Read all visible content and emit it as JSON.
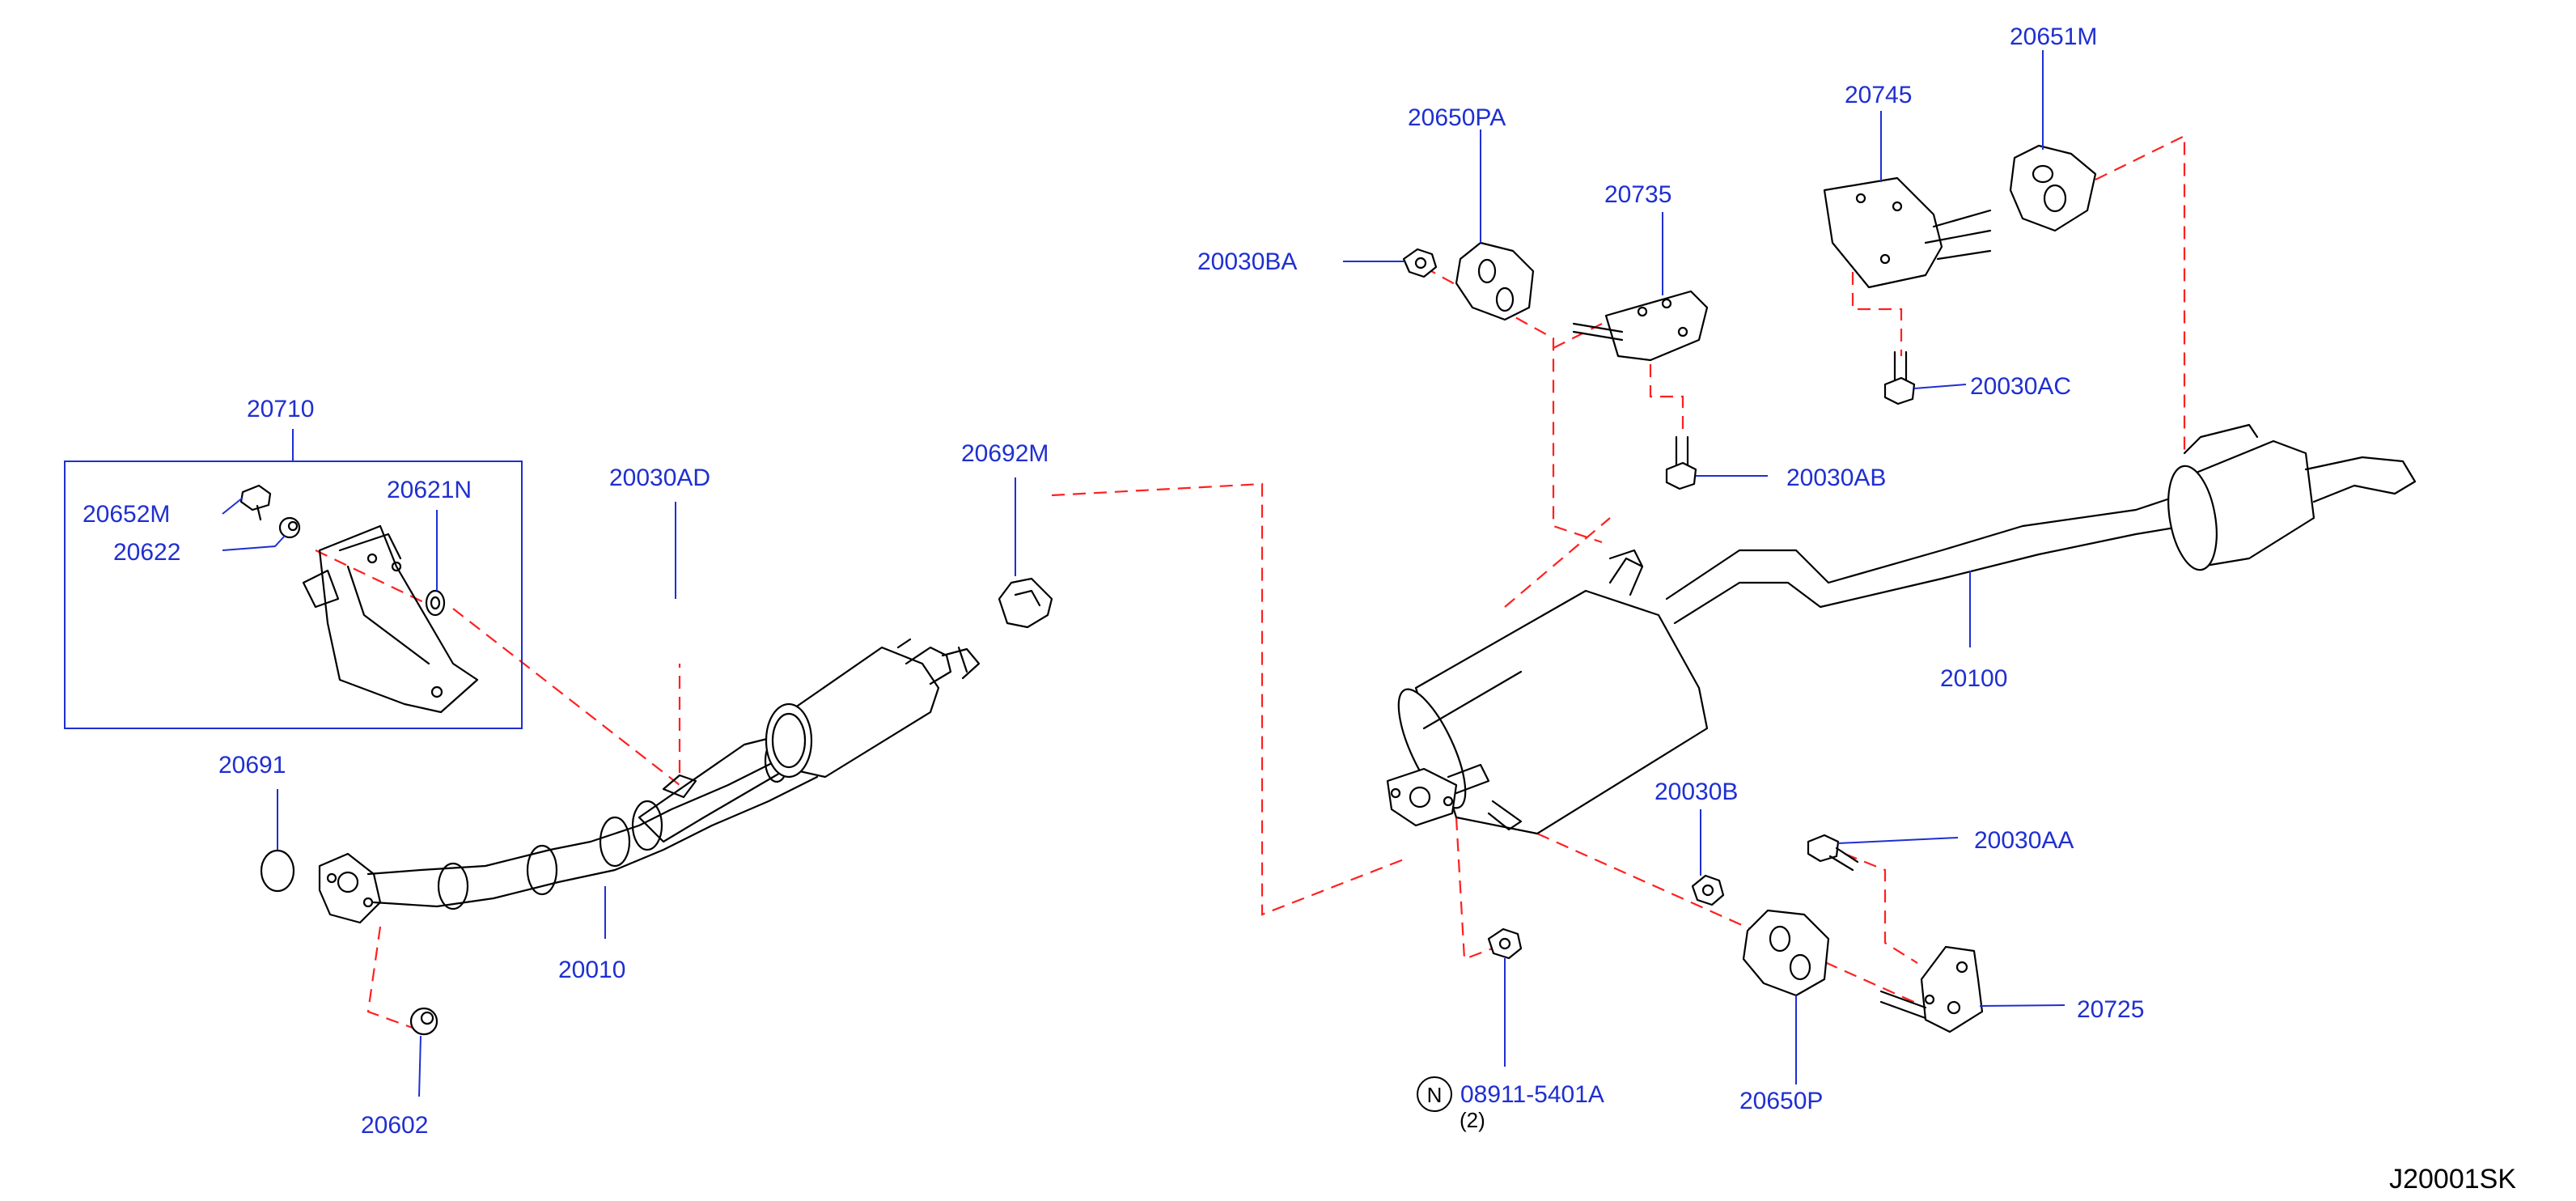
{
  "diagram": {
    "drawing_code": "J20001SK",
    "note_symbol": "N",
    "labels": {
      "p20710": "20710",
      "p20652M": "20652M",
      "p20622": "20622",
      "p20621N": "20621N",
      "p20030AD": "20030AD",
      "p20692M": "20692M",
      "p20691": "20691",
      "p20010": "20010",
      "p20602": "20602",
      "p20650PA": "20650PA",
      "p20030BA": "20030BA",
      "p20735": "20735",
      "p20745": "20745",
      "p20651M": "20651M",
      "p20030AC": "20030AC",
      "p20030AB": "20030AB",
      "p20100": "20100",
      "p20030B": "20030B",
      "p20030AA": "20030AA",
      "p20725": "20725",
      "p08911": "08911-5401A",
      "p08911_qty": "(2)",
      "p20650P": "20650P"
    }
  }
}
